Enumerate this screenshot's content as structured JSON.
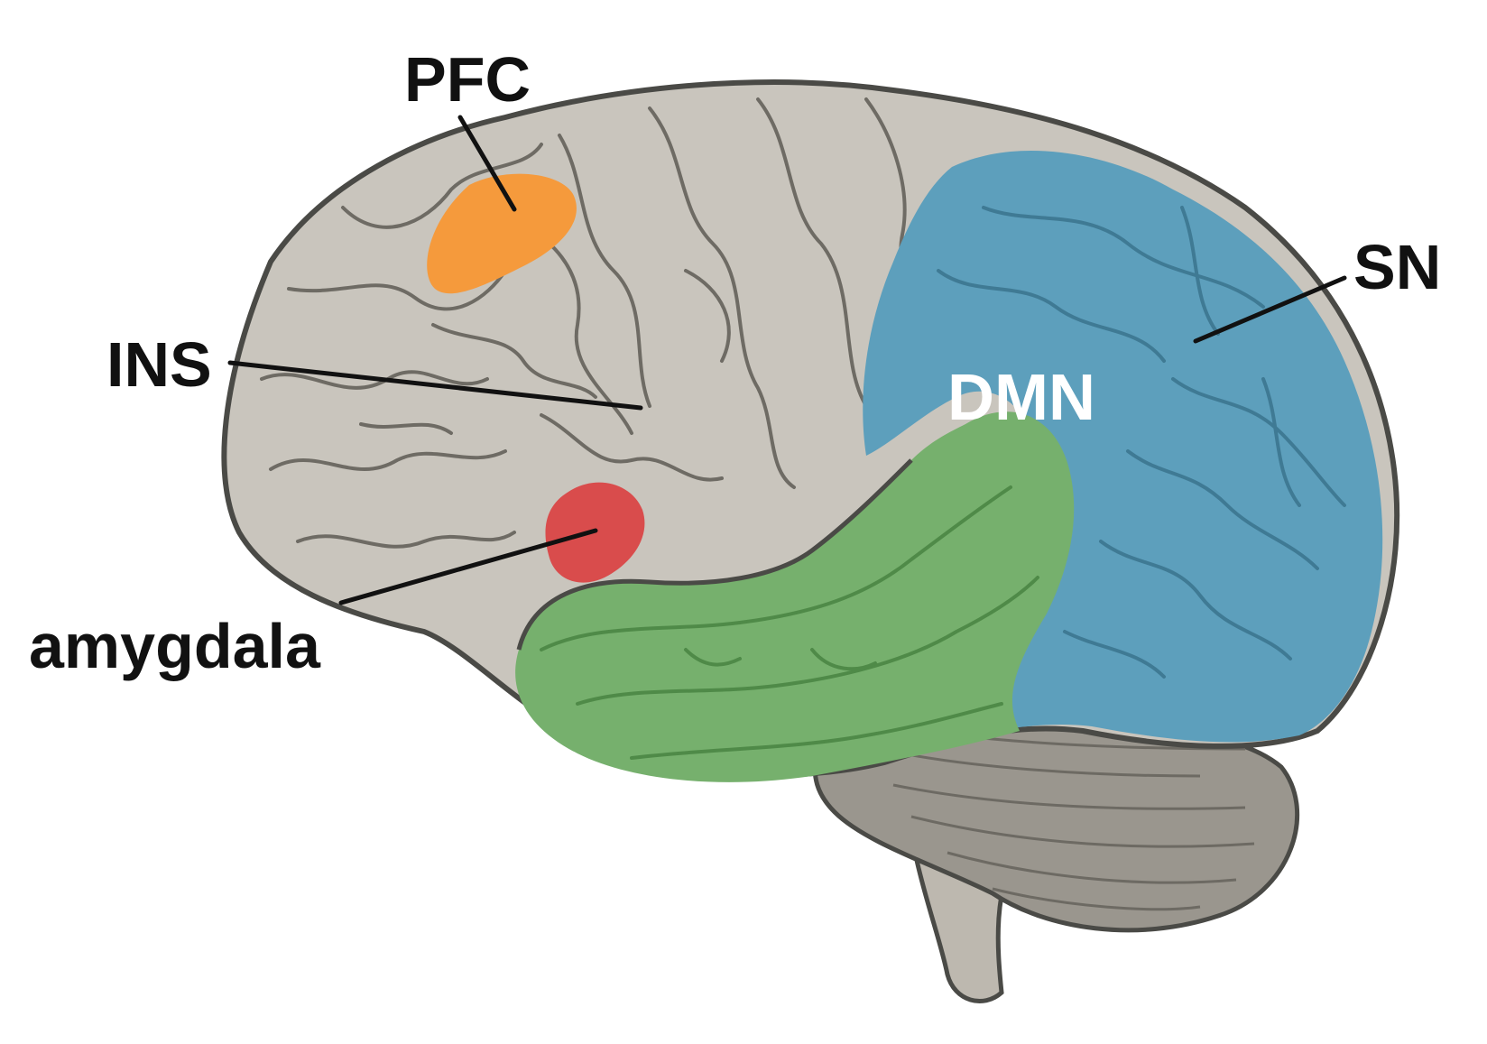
{
  "labels": {
    "pfc": "PFC",
    "ins": "INS",
    "amygdala": "amygdala",
    "dmn": "DMN",
    "sn": "SN"
  },
  "colors": {
    "cortex": "#c9c5bd",
    "outline": "#4a4a46",
    "pfc": "#f59a3c",
    "amygdala": "#d94c4c",
    "dmn": "#76b06d",
    "sn": "#5d9fbc",
    "cerebellum": "#9a968e",
    "brainstem": "#bdb8af"
  }
}
